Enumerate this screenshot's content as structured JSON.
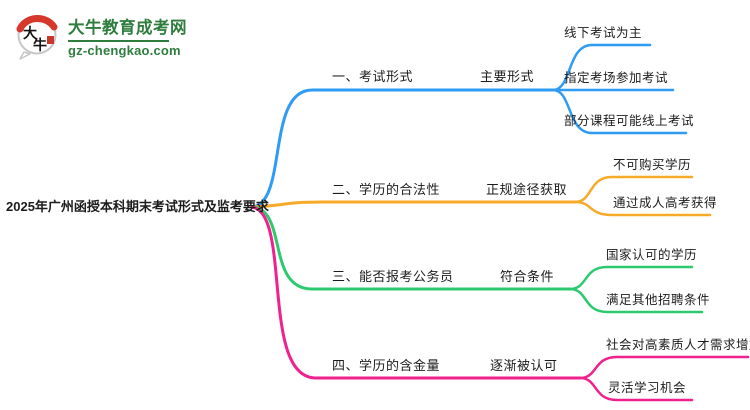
{
  "logo": {
    "icon": "bull-seal-logo",
    "site_name": "大牛教育成考网",
    "site_url": "gz-chengkao.com",
    "brand_color": "#2E7D3E"
  },
  "mindmap": {
    "center": "2025年广州函授本科期末考试形式及监考要求",
    "branches": [
      {
        "label": "一、考试形式",
        "sub_label": "主要形式",
        "color": "#2E9BF4",
        "leaves": [
          "线下考试为主",
          "指定考场参加考试",
          "部分课程可能线上考试"
        ]
      },
      {
        "label": "二、学历的合法性",
        "sub_label": "正规途径获取",
        "color": "#F7A928",
        "leaves": [
          "不可购买学历",
          "通过成人高考获得"
        ]
      },
      {
        "label": "三、能否报考公务员",
        "sub_label": "符合条件",
        "color": "#2DC96F",
        "leaves": [
          "国家认可的学历",
          "满足其他招聘条件"
        ]
      },
      {
        "label": "四、学历的含金量",
        "sub_label": "逐渐被认可",
        "color": "#F0218C",
        "leaves": [
          "社会对高素质人才需求增加",
          "灵活学习机会"
        ]
      }
    ]
  }
}
